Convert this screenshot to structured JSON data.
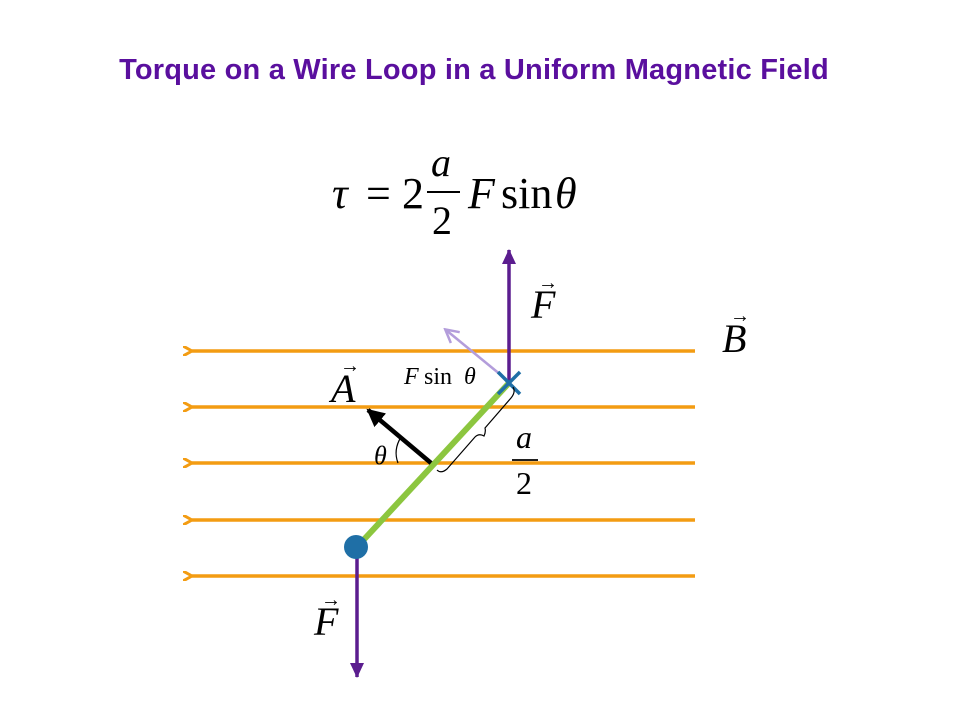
{
  "title": "Torque on a Wire Loop in a Uniform Magnetic Field",
  "equation": {
    "lhs": "τ",
    "equals": "=",
    "coefficient": "2",
    "frac_num": "a",
    "frac_den": "2",
    "force": "F",
    "func": "sin",
    "angle": "θ"
  },
  "labels": {
    "force_top": "F",
    "force_bottom": "F",
    "field": "B",
    "area_vector": "A",
    "force_component_f": "F",
    "force_component_sin": "sin",
    "force_component_theta": "θ",
    "angle": "θ",
    "half_length_num": "a",
    "half_length_den": "2"
  },
  "colors": {
    "title": "#5a0f9e",
    "field_lines": "#f39c12",
    "force_arrows": "#5b1d8f",
    "wire": "#8cc63f",
    "current_marker": "#1f6fa6",
    "component_arrow": "#b39ddb",
    "area_arrow": "#000000"
  },
  "field_line_count": 5
}
